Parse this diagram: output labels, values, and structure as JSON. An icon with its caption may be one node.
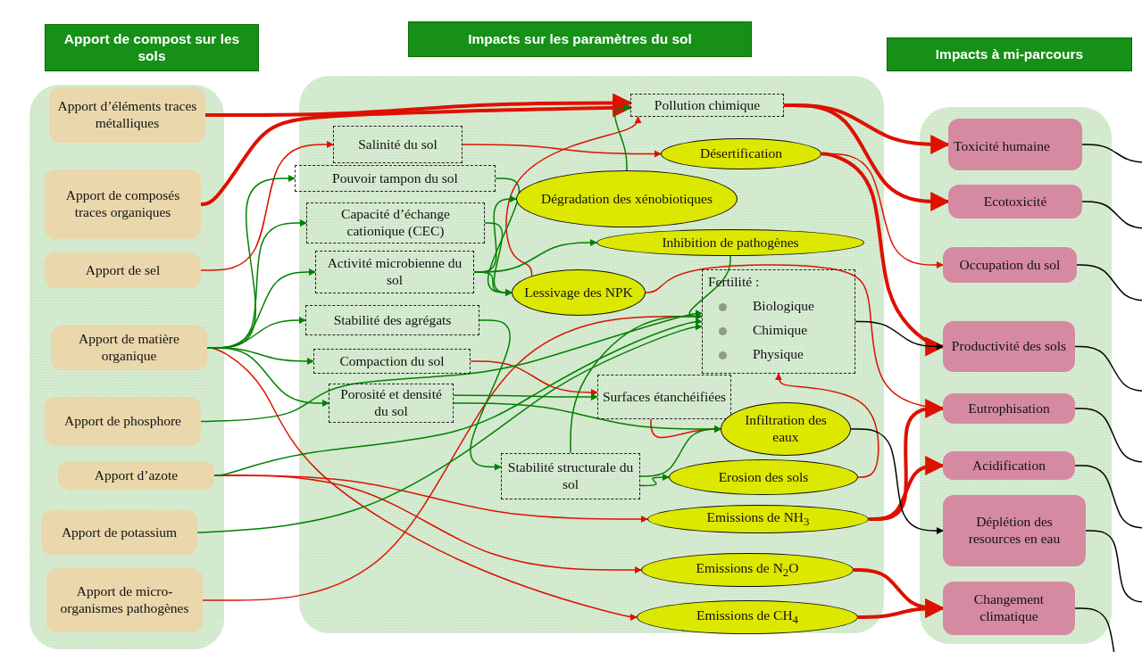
{
  "diagram": {
    "nodes": [
      {
        "text": [
          "Apport de compost sur les sols"
        ]
      },
      {
        "text": [
          "Impacts sur les paramètres du sol"
        ]
      },
      {
        "text": [
          "Impacts à mi-parcours"
        ]
      },
      {
        "text": [],
        "shape": "box"
      },
      {
        "text": [
          "Apport d’éléments traces métalliques"
        ],
        "in": 3
      },
      {
        "text": [
          "Apport de composés traces organiques"
        ],
        "in": 3
      },
      {
        "text": [
          "Apport de sel"
        ],
        "in": 3
      },
      {
        "text": [
          "Apport de matière organique"
        ],
        "in": 3
      },
      {
        "text": [
          "Apport de phosphore"
        ],
        "in": 3
      },
      {
        "text": [
          "Apport d’azote"
        ],
        "in": 3
      },
      {
        "text": [
          "Apport de potassium"
        ],
        "in": 3
      },
      {
        "text": [
          "Apport de micro-organismes pathogènes"
        ],
        "in": 3
      },
      {
        "text": [],
        "shape": "box"
      },
      {
        "text": [
          "Pollution chimique"
        ],
        "in": 12
      },
      {
        "text": [
          "Salinité du sol"
        ],
        "in": 12
      },
      {
        "text": [
          "Désertification"
        ],
        "in": 12
      },
      {
        "text": [
          "Pouvoir tampon du sol"
        ],
        "in": 12
      },
      {
        "text": [
          "Dégradation des xénobiotiques"
        ],
        "in": 12
      },
      {
        "text": [
          "Capacité d’échange cationique (CEC)"
        ],
        "in": 12
      },
      {
        "text": [
          "Inhibition de pathogènes"
        ],
        "in": 12
      },
      {
        "text": [
          "Activité microbienne du sol"
        ],
        "in": 12
      },
      {
        "text": [
          "Lessivage des NPK"
        ],
        "in": 12
      },
      {
        "text": [
          "Fertilité :",
          "Biologique",
          "Chimique",
          "Physique"
        ],
        "in": 12
      },
      {
        "text": [
          "Stabilité des agrégats"
        ],
        "in": 12
      },
      {
        "text": [
          "Compaction du sol"
        ],
        "in": 12
      },
      {
        "text": [
          "Surfaces étanchéifiées"
        ],
        "in": 12
      },
      {
        "text": [
          "Porosité et densité du sol"
        ],
        "in": 12
      },
      {
        "text": [
          "Infiltration des eaux"
        ],
        "in": 12
      },
      {
        "text": [
          "Stabilité structurale du sol"
        ],
        "in": 12
      },
      {
        "text": [
          "Erosion des sols"
        ],
        "in": 12
      },
      {
        "text": [
          "Emissions de NH$_{3}$"
        ],
        "in": 12
      },
      {
        "text": [
          "Emissions de N$_{2}$O"
        ],
        "in": 12
      },
      {
        "text": [
          "Emissions de CH$_{4}$"
        ],
        "in": 12
      },
      {
        "text": [],
        "shape": "box"
      },
      {
        "text": [
          "Toxicité humaine"
        ],
        "in": 33
      },
      {
        "text": [
          "Ecotoxicité"
        ],
        "in": 33
      },
      {
        "text": [
          "Occupation du sol"
        ],
        "in": 33
      },
      {
        "text": [
          "Productivité des sols"
        ],
        "in": 33
      },
      {
        "text": [
          "Eutrophisation"
        ],
        "in": 33
      },
      {
        "text": [
          "Acidification"
        ],
        "in": 33
      },
      {
        "text": [
          "Déplétion des resources en eau"
        ],
        "in": 33
      },
      {
        "text": [
          "Changement climatique"
        ],
        "in": 33
      }
    ],
    "edges": [
      {
        "from": 4,
        "to": 13,
        "arrow": "to",
        "style": "thick",
        "color": "#dd1100"
      },
      {
        "from": 5,
        "to": 13,
        "arrow": "to",
        "style": "thick",
        "color": "#dd1100"
      },
      {
        "from": 6,
        "to": 14,
        "arrow": "to",
        "color": "#dd1100"
      },
      {
        "from": 14,
        "to": 15,
        "arrow": "to",
        "color": "#dd1100"
      },
      {
        "from": 21,
        "to": 13,
        "arrow": "to",
        "color": "#dd1100"
      },
      {
        "from": 13,
        "to": 34,
        "arrow": "to",
        "style": "thick",
        "color": "#dd1100"
      },
      {
        "from": 13,
        "to": 35,
        "arrow": "to",
        "style": "thick",
        "color": "#dd1100"
      },
      {
        "from": 15,
        "to": 36,
        "arrow": "to",
        "color": "#dd1100"
      },
      {
        "from": 15,
        "to": 37,
        "arrow": "to",
        "style": "thick",
        "color": "#dd1100"
      },
      {
        "from": 21,
        "to": 38,
        "arrow": "to",
        "color": "#dd1100"
      },
      {
        "from": 7,
        "to": 32,
        "arrow": "to",
        "color": "#dd1100"
      },
      {
        "from": 24,
        "to": 25,
        "arrow": "to",
        "color": "#dd1100"
      },
      {
        "from": 25,
        "to": 27,
        "arrow": "to",
        "color": "#dd1100"
      },
      {
        "from": 11,
        "to": 22,
        "arrow": "to",
        "color": "#dd1100"
      },
      {
        "from": 29,
        "to": 22,
        "arrow": "to",
        "color": "#dd1100"
      },
      {
        "from": 9,
        "to": 30,
        "arrow": "to",
        "color": "#dd1100"
      },
      {
        "from": 9,
        "to": 31,
        "arrow": "to",
        "color": "#dd1100"
      },
      {
        "from": 30,
        "to": 38,
        "arrow": "to",
        "style": "thick",
        "color": "#dd1100"
      },
      {
        "from": 30,
        "to": 39,
        "arrow": "to",
        "style": "thick",
        "color": "#dd1100"
      },
      {
        "from": 31,
        "to": 41,
        "arrow": "to",
        "style": "thick",
        "color": "#dd1100"
      },
      {
        "from": 32,
        "to": 41,
        "arrow": "to",
        "style": "thick",
        "color": "#dd1100"
      },
      {
        "from": 7,
        "to": 16,
        "arrow": "to"
      },
      {
        "from": 7,
        "to": 18,
        "arrow": "to"
      },
      {
        "from": 7,
        "to": 20,
        "arrow": "to"
      },
      {
        "from": 7,
        "to": 23,
        "arrow": "to"
      },
      {
        "from": 7,
        "to": 24,
        "arrow": "to"
      },
      {
        "from": 7,
        "to": 26,
        "arrow": "to"
      },
      {
        "from": 16,
        "to": 21,
        "arrow": "to"
      },
      {
        "from": 18,
        "to": 21,
        "arrow": "to"
      },
      {
        "from": 20,
        "to": 21,
        "arrow": "to"
      },
      {
        "from": 20,
        "to": 17,
        "arrow": "to"
      },
      {
        "from": 20,
        "to": 19,
        "arrow": "to"
      },
      {
        "from": 17,
        "to": 13,
        "arrow": "to"
      },
      {
        "from": 19,
        "to": 22,
        "arrow": "to"
      },
      {
        "from": 23,
        "to": 28,
        "arrow": "to"
      },
      {
        "from": 28,
        "to": 22,
        "arrow": "to"
      },
      {
        "from": 28,
        "to": 27,
        "arrow": "to"
      },
      {
        "from": 28,
        "to": 29,
        "arrow": "to"
      },
      {
        "from": 8,
        "to": 22,
        "arrow": "to"
      },
      {
        "from": 9,
        "to": 22,
        "arrow": "to"
      },
      {
        "from": 10,
        "to": 22,
        "arrow": "to"
      },
      {
        "from": 26,
        "to": 25,
        "arrow": "to"
      },
      {
        "from": 26,
        "to": 27,
        "arrow": "to"
      },
      {
        "from": 22,
        "to": 37,
        "arrow": "to",
        "color": "#000000"
      },
      {
        "from": 27,
        "to": 40,
        "arrow": "to",
        "color": "#000000"
      },
      {
        "from": 34,
        "to": null,
        "arrow": "none",
        "color": "#000000"
      },
      {
        "from": 35,
        "to": null,
        "arrow": "none",
        "color": "#000000"
      },
      {
        "from": 36,
        "to": null,
        "arrow": "none",
        "color": "#000000"
      },
      {
        "from": 37,
        "to": null,
        "arrow": "none",
        "color": "#000000"
      },
      {
        "from": 38,
        "to": null,
        "arrow": "none",
        "color": "#000000"
      },
      {
        "from": 39,
        "to": null,
        "arrow": "none",
        "color": "#000000"
      },
      {
        "from": 40,
        "to": null,
        "arrow": "none",
        "color": "#000000"
      },
      {
        "from": 41,
        "to": null,
        "arrow": "none",
        "color": "#000000"
      }
    ]
  }
}
